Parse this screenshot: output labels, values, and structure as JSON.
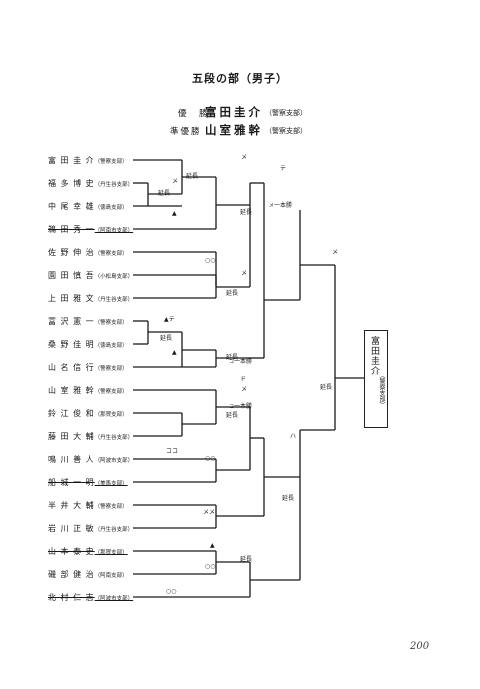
{
  "header": {
    "title": "五段の部（男子）",
    "winner_label": "優　勝",
    "winner_name": "富田圭介",
    "winner_club": "（警察支部）",
    "runner_up_label": "準優勝",
    "runner_up_name": "山室雅幹",
    "runner_up_club": "（警察支部）"
  },
  "players": [
    {
      "name": "富 田 圭 介",
      "club": "（警察支部）",
      "withdrawn": false
    },
    {
      "name": "福 多 博 史",
      "club": "（丹生谷支部）",
      "withdrawn": false
    },
    {
      "name": "中 尾 幸 雄",
      "club": "（徳島支部）",
      "withdrawn": false
    },
    {
      "name": "鵜 田 秀 一",
      "club": "（阿南市支部）",
      "withdrawn": true
    },
    {
      "name": "佐 野 伸 治",
      "club": "（警察支部）",
      "withdrawn": false
    },
    {
      "name": "園 田 慎 吾",
      "club": "（小松島支部）",
      "withdrawn": false
    },
    {
      "name": "上 田 雅 文",
      "club": "（丹生谷支部）",
      "withdrawn": false
    },
    {
      "name": "冨 沢 憲 一",
      "club": "（警察支部）",
      "withdrawn": false
    },
    {
      "name": "桑 野 佳 明",
      "club": "（徳島支部）",
      "withdrawn": false
    },
    {
      "name": "山 名 信 行",
      "club": "（警察支部）",
      "withdrawn": false
    },
    {
      "name": "山 室 雅 幹",
      "club": "（警察支部）",
      "withdrawn": false
    },
    {
      "name": "鈴 江 俊 和",
      "club": "（那賀支部）",
      "withdrawn": false
    },
    {
      "name": "藤 田 大 輔",
      "club": "（丹生谷支部）",
      "withdrawn": false
    },
    {
      "name": "鳴 川 善 人",
      "club": "（阿波市支部）",
      "withdrawn": false
    },
    {
      "name": "船 城 一 明",
      "club": "（美馬支部）",
      "withdrawn": true
    },
    {
      "name": "半 井 大 輔",
      "club": "（警察支部）",
      "withdrawn": false
    },
    {
      "name": "岩 川 正 敏",
      "club": "（丹生谷支部）",
      "withdrawn": false
    },
    {
      "name": "山 本 泰 史",
      "club": "（那賀支部）",
      "withdrawn": true
    },
    {
      "name": "磯 部 健 治",
      "club": "（阿南支部）",
      "withdrawn": false
    },
    {
      "name": "北 村 仁 志",
      "club": "（阿波市支部）",
      "withdrawn": true
    }
  ],
  "labels": {
    "enchou": "延長",
    "ippon_gachi": "一本勝"
  },
  "marks": {
    "triangle": "▲",
    "double_circle": "○○",
    "circled_me": "メ",
    "circled_ko": "コ",
    "circled_te": "テ",
    "circled_do": "ド",
    "circled_memen": "メメ",
    "circled_koko": "ココ",
    "circled_ha": "ハ",
    "triangle_te": "▲テ"
  },
  "champion": {
    "name": "富田圭介",
    "club": "（警察支部）"
  },
  "page_number": "200"
}
